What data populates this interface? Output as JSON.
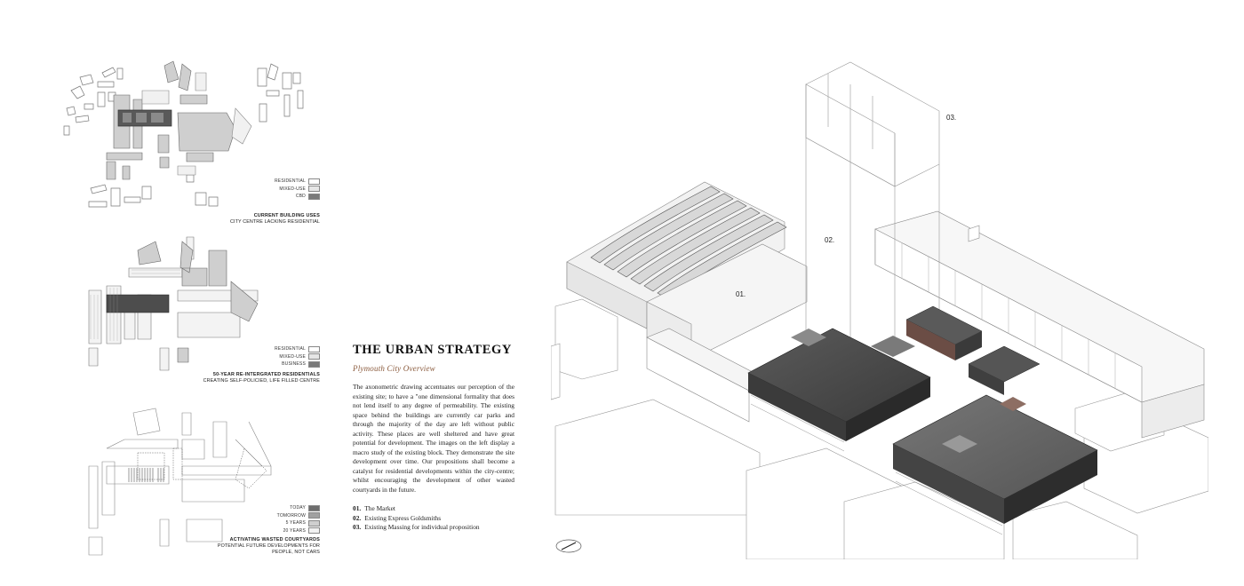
{
  "map1": {
    "legend": [
      "RESIDENTIAL",
      "MIXED-USE",
      "CBD"
    ],
    "legend_colors": [
      "#ffffff",
      "#e6e6e6",
      "#7a7a7a"
    ],
    "title": "CURRENT BUILDING USES",
    "subtitle": "CITY CENTRE LACKING RESIDENTIAL"
  },
  "map2": {
    "legend": [
      "RESIDENTIAL",
      "MIXED-USE",
      "BUSINESS"
    ],
    "legend_colors": [
      "#ffffff",
      "#e6e6e6",
      "#7a7a7a"
    ],
    "title": "50-YEAR RE-INTERGRATED RESIDENTIALS",
    "subtitle": "CREATING SELF-POLICIED, LIFE FILLED CENTRE"
  },
  "map3": {
    "legend": [
      "TODAY",
      "TOMORROW",
      "5 YEARS",
      "20 YEARS"
    ],
    "legend_colors": [
      "#6e6e6e",
      "#a0a0a0",
      "#cfcfcf",
      "#f2f2f2"
    ],
    "title": "ACTIVATING WASTED COURTYARDS",
    "subtitle_lines": [
      "POTENTIAL FUTURE DEVELOPMENTS FOR",
      "PEOPLE, NOT CARS"
    ]
  },
  "strategy": {
    "title": "THE URBAN STRATEGY",
    "subtitle": "Plymouth City  Overview",
    "body": "The axonometric drawing accentuates our perception of the existing site; to have a \"one dimensional formality that does not lend itself to any degree of permeability. The existing space behind the buildings are currently car parks and through the majority of the day are left without public activity. These places are well sheltered and have great potential for development. The images on the left display a macro  study of the existing block. They demonstrate the site development over time. Our propositions shall become a catalyst for residential developments within the city-centre; whilst encouraging the development of other wasted courtyards in the future.",
    "items": [
      {
        "num": "01.",
        "label": "The Market"
      },
      {
        "num": "02.",
        "label": "Existing Express Goldsmiths"
      },
      {
        "num": "03.",
        "label": "Existing Massing for individual proposition"
      }
    ]
  },
  "axo": {
    "labels": [
      "01.",
      "02.",
      "03."
    ]
  }
}
